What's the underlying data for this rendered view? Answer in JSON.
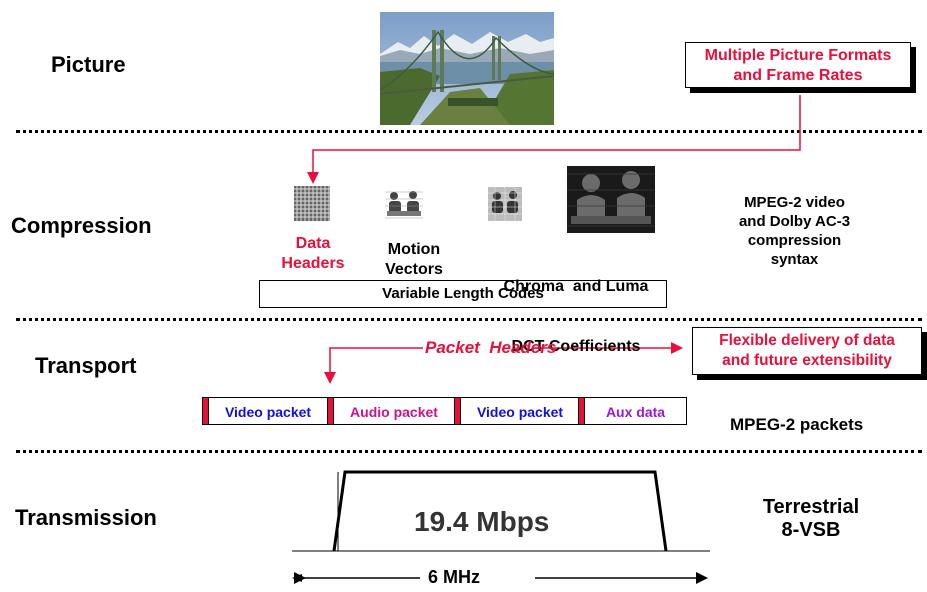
{
  "layers": {
    "picture": "Picture",
    "compression": "Compression",
    "transport": "Transport",
    "transmission": "Transmission"
  },
  "picture": {
    "formats_box": [
      "Multiple Picture Formats",
      "and Frame  Rates"
    ]
  },
  "compression": {
    "data_headers": [
      "Data",
      "Headers"
    ],
    "motion_vectors": [
      "Motion",
      "Vectors"
    ],
    "chroma_luma": [
      "Chroma  and Luma",
      "DCT Coefficients"
    ],
    "vlc": "Variable Length Codes",
    "syntax": [
      "MPEG-2 video",
      "and Dolby AC-3",
      "compression",
      "syntax"
    ]
  },
  "transport": {
    "packet_headers": "Packet  Headers",
    "flex_box": [
      "Flexible delivery of data",
      "and future extensibility"
    ],
    "packets": [
      "Video packet",
      "Audio packet",
      "Video packet",
      "Aux data"
    ],
    "mpeg_packets": "MPEG-2 packets"
  },
  "transmission": {
    "rate": "19.4 Mbps",
    "bandwidth": "6 MHz",
    "standard": [
      "Terrestrial",
      "8-VSB"
    ]
  },
  "colors": {
    "accent_red": "#e8103a",
    "video_blue": "#1010e0",
    "audio_magenta": "#d0108a",
    "aux_purple": "#9a18d8"
  }
}
